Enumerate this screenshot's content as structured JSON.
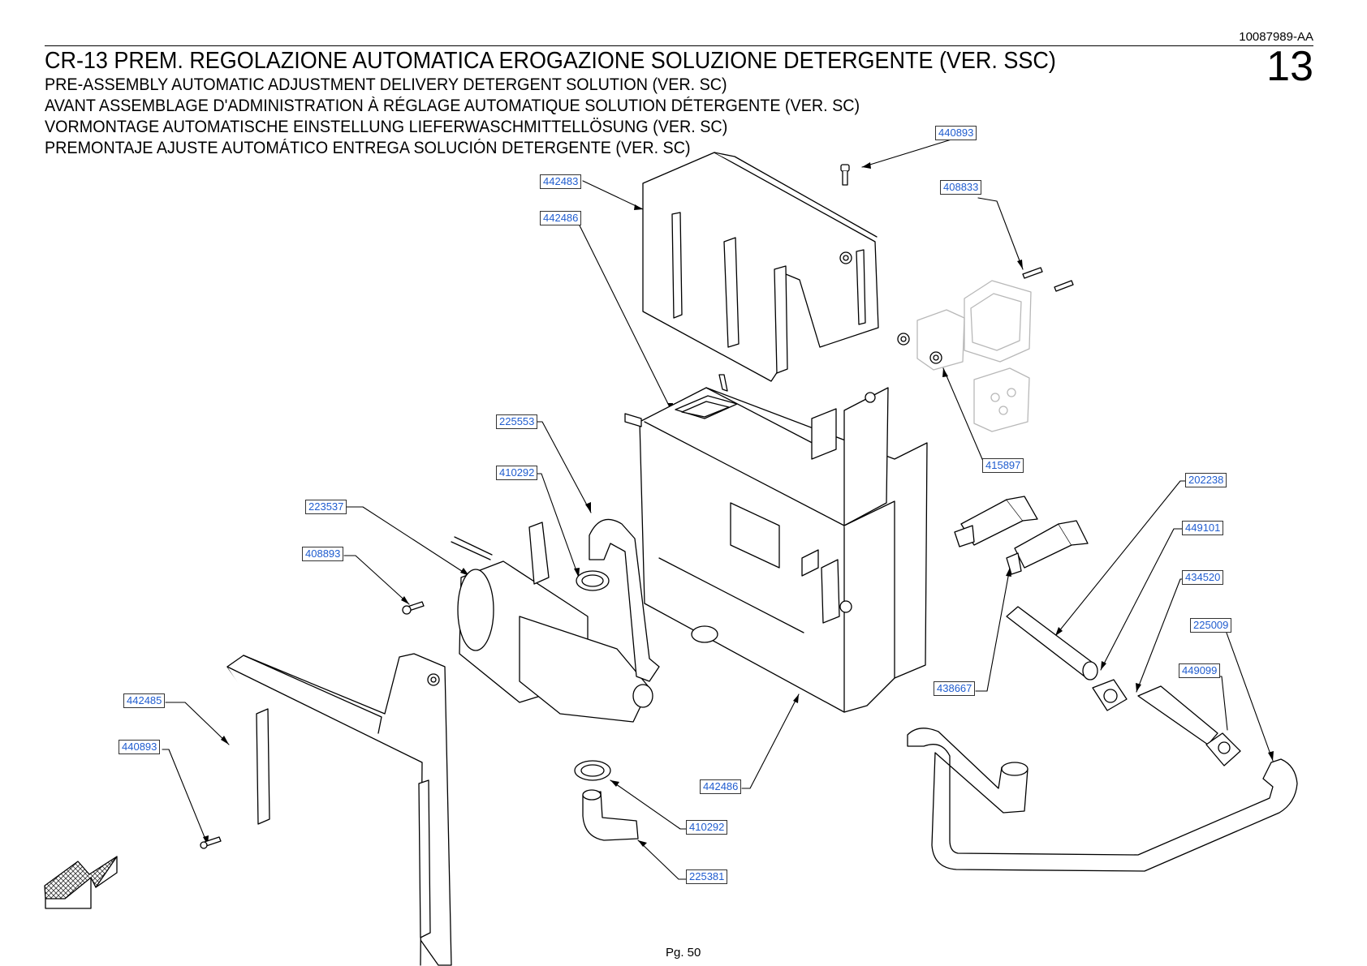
{
  "header": {
    "doc_code": "10087989-AA",
    "page_number": "13",
    "title_lines": [
      "CR-13 PREM. REGOLAZIONE AUTOMATICA EROGAZIONE SOLUZIONE DETERGENTE (VER. SSC)",
      "PRE-ASSEMBLY AUTOMATIC ADJUSTMENT DELIVERY DETERGENT SOLUTION (VER. SC)",
      "AVANT ASSEMBLAGE D'ADMINISTRATION À RÉGLAGE AUTOMATIQUE SOLUTION DÉTERGENTE (VER. SC)",
      "VORMONTAGE AUTOMATISCHE EINSTELLUNG LIEFERWASCHMITTELLÖSUNG (VER. SC)",
      "PREMONTAJE AJUSTE AUTOMÁTICO ENTREGA SOLUCIÓN DETERGENTE (VER. SC)"
    ]
  },
  "callouts": [
    {
      "id": "c1",
      "label": "440893"
    },
    {
      "id": "c2",
      "label": "442483"
    },
    {
      "id": "c3",
      "label": "442486"
    },
    {
      "id": "c4",
      "label": "408833"
    },
    {
      "id": "c5",
      "label": "415897"
    },
    {
      "id": "c6",
      "label": "225553"
    },
    {
      "id": "c7",
      "label": "410292"
    },
    {
      "id": "c8",
      "label": "223537"
    },
    {
      "id": "c9",
      "label": "408893"
    },
    {
      "id": "c10",
      "label": "202238"
    },
    {
      "id": "c11",
      "label": "449101"
    },
    {
      "id": "c12",
      "label": "434520"
    },
    {
      "id": "c13",
      "label": "225009"
    },
    {
      "id": "c14",
      "label": "449099"
    },
    {
      "id": "c15",
      "label": "438667"
    },
    {
      "id": "c16",
      "label": "442485"
    },
    {
      "id": "c17",
      "label": "440893"
    },
    {
      "id": "c18",
      "label": "442486"
    },
    {
      "id": "c19",
      "label": "410292"
    },
    {
      "id": "c20",
      "label": "225381"
    }
  ],
  "footer": {
    "page_label": "Pg. 50"
  },
  "colors": {
    "callout_text": "#1f5ccf",
    "line": "#000000",
    "ghost_parts": "#b8b8b8"
  }
}
